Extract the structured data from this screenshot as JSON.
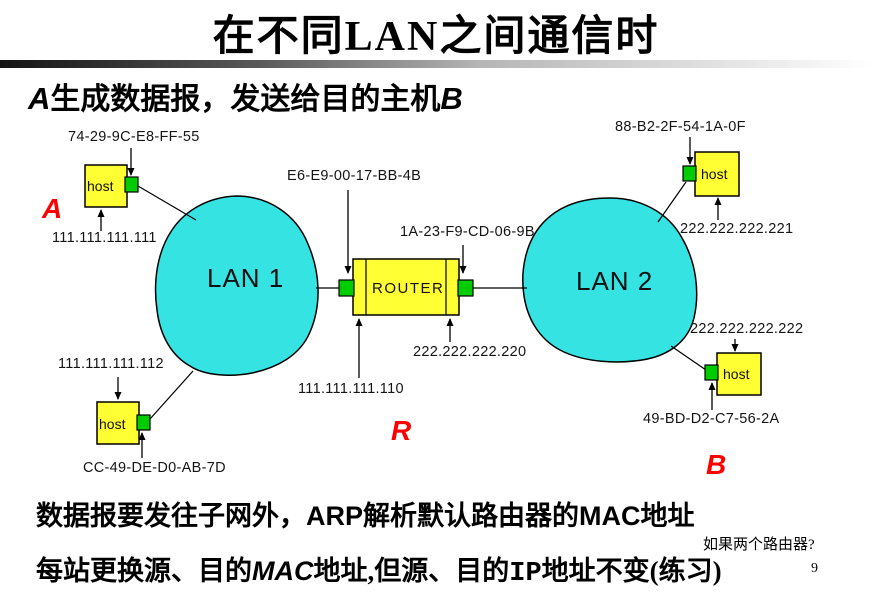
{
  "slide": {
    "title": "在不同LAN之间通信时",
    "page_number": "9"
  },
  "subtitle": {
    "a": "A",
    "text": "生成数据报，发送给目的主机",
    "b": "B"
  },
  "diagram": {
    "lan1": {
      "label": "LAN 1"
    },
    "lan2": {
      "label": "LAN 2"
    },
    "router": {
      "label": "ROUTER",
      "letter": "R",
      "mac_left": "E6-E9-00-17-BB-4B",
      "mac_right": "1A-23-F9-CD-06-9B",
      "ip_left": "111.111.111.110",
      "ip_right": "222.222.222.220"
    },
    "host_a": {
      "label": "host",
      "letter": "A",
      "mac": "74-29-9C-E8-FF-55",
      "ip": "111.111.111.111"
    },
    "host_a2": {
      "label": "host",
      "mac": "CC-49-DE-D0-AB-7D",
      "ip": "111.111.111.112"
    },
    "host_b1": {
      "label": "host",
      "mac": "88-B2-2F-54-1A-0F",
      "ip": "222.222.222.221"
    },
    "host_b": {
      "label": "host",
      "letter": "B",
      "mac": "49-BD-D2-C7-56-2A",
      "ip": "222.222.222.222"
    }
  },
  "notes": {
    "line1": {
      "t1": "数据报要发往子网外，",
      "em1": "ARP",
      "t2": "解析默认路由器的",
      "em2": "MAC",
      "t3": "地址"
    },
    "line2": {
      "t1": "每站更换源、目的",
      "em1": "MAC",
      "t2": "地址,但源、目的",
      "em2": "IP",
      "t3": "地址不变(练习)"
    },
    "hint": "如果两个路由器?"
  },
  "colors": {
    "cloud": "#35E3E3",
    "device_fill": "#FFFF33",
    "nic_fill": "#00CC00",
    "accent": "#FF0000"
  }
}
